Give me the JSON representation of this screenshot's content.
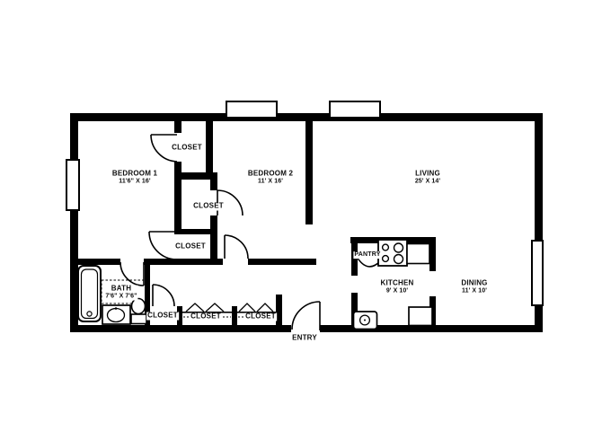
{
  "colors": {
    "walls": "#000000",
    "background": "#ffffff",
    "label_background": "#ffffff",
    "label_text": "#0d0d0d"
  },
  "rooms": {
    "bedroom1": {
      "name": "BEDROOM 1",
      "dims": "11'6\" X 16'"
    },
    "bedroom2": {
      "name": "BEDROOM 2",
      "dims": "11' X 16'"
    },
    "living": {
      "name": "LIVING",
      "dims": "25' X 14'"
    },
    "dining": {
      "name": "DINING",
      "dims": "11' X 10'"
    },
    "kitchen": {
      "name": "KITCHEN",
      "dims": "9' X 10'"
    },
    "bath": {
      "name": "BATH",
      "dims": "7'6\" X 7'6\""
    },
    "pantry": {
      "name": "PANTRY"
    },
    "entry": {
      "name": "ENTRY"
    },
    "closet_top": {
      "name": "CLOSET"
    },
    "closet_middle": {
      "name": "CLOSET"
    },
    "closet_lower": {
      "name": "CLOSET"
    },
    "closet_hall_left": {
      "name": "CLOSET"
    },
    "closet_hall_middle": {
      "name": "CLOSET"
    },
    "closet_hall_right": {
      "name": "CLOSET"
    }
  },
  "fixtures": {
    "glyphs": [
      "bathtub-icon",
      "bathroom-sink-icon",
      "toilet-icon",
      "stove-icon",
      "kitchen-sink-icon",
      "counter-icon",
      "closet-rod-icon",
      "door-swing-icon",
      "window-icon"
    ]
  }
}
